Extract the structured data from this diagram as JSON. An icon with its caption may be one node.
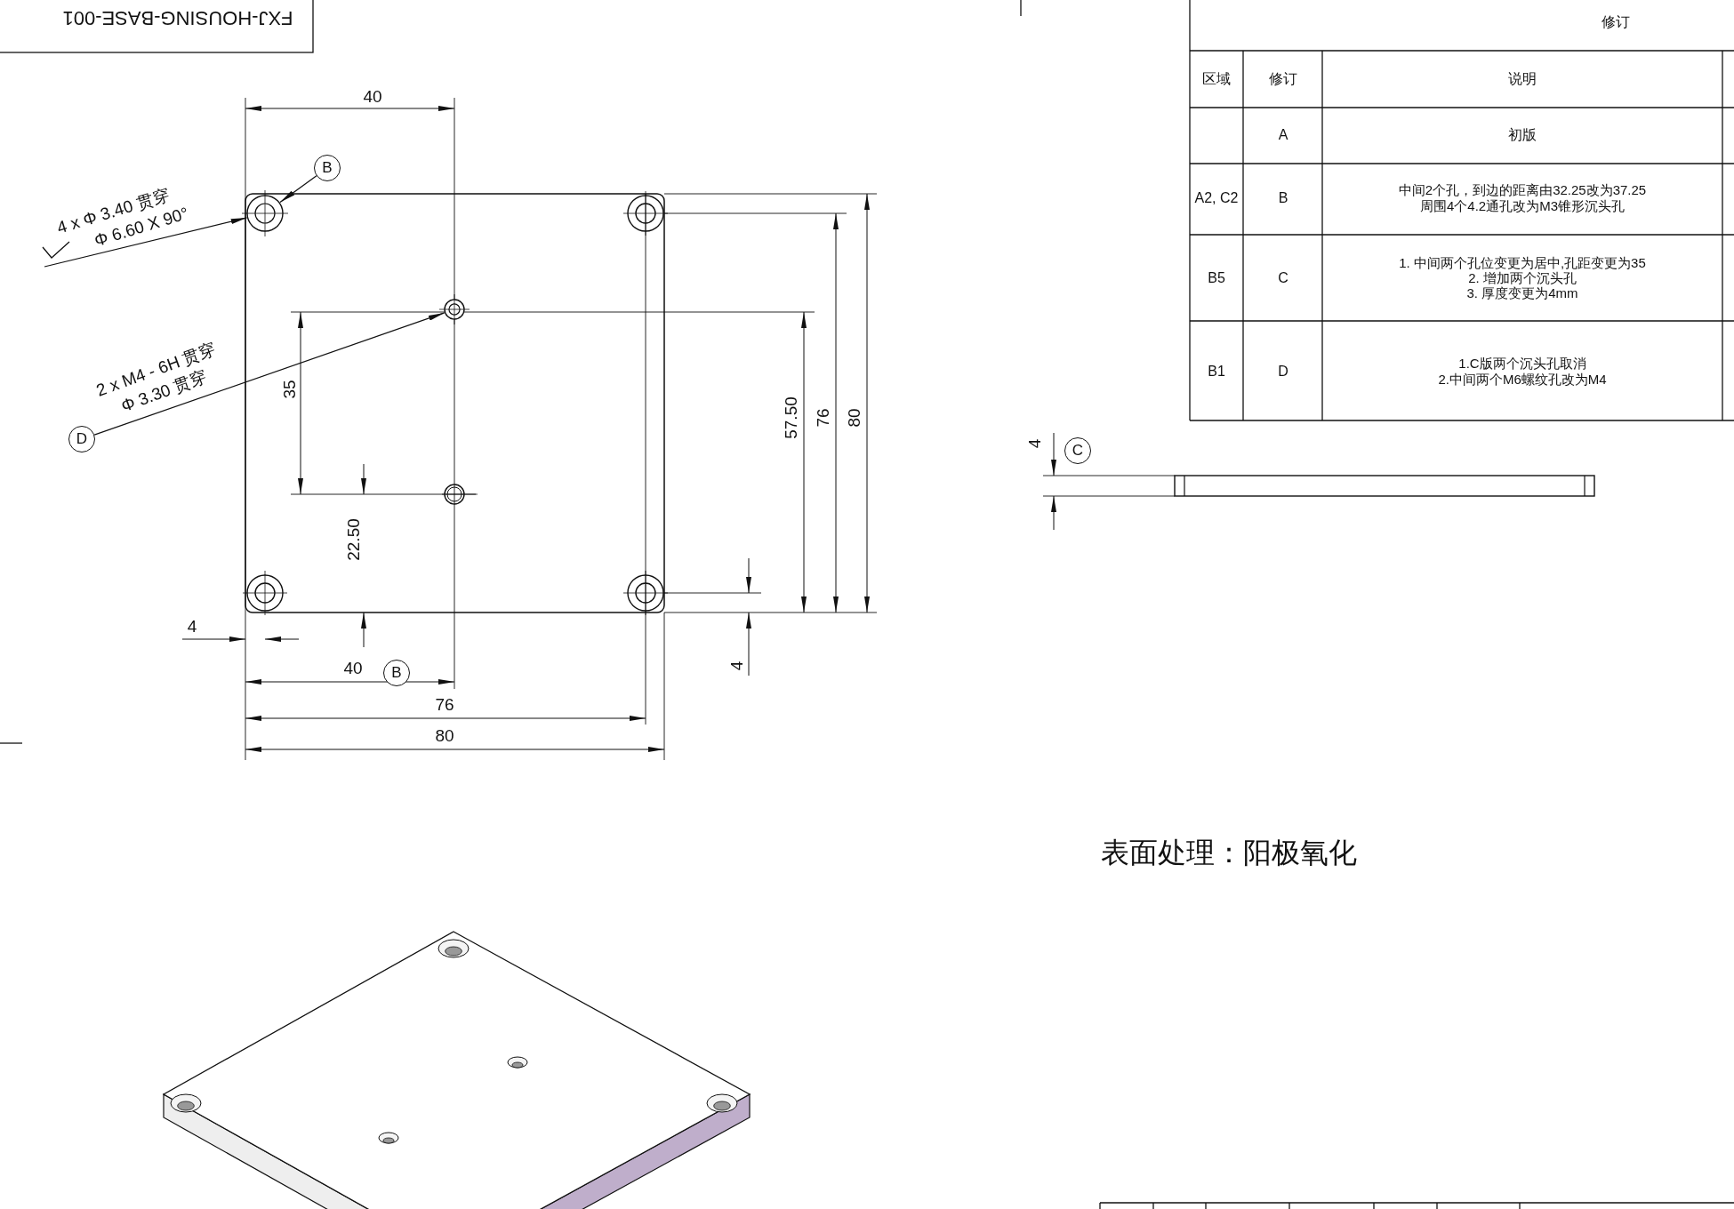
{
  "diagram": {
    "nodes": [
      {
        "text": [
          "4 x Φ 3.40 贯穿",
          "Φ 6.60 X 90°"
        ]
      },
      {
        "text": [],
        "shape": "circle"
      },
      {
        "text": [
          "B"
        ]
      },
      {
        "text": [
          "D"
        ],
        "beside": [
          "2 x M4 - 6H 贯穿",
          "Φ 3.30 贯穿"
        ]
      },
      {
        "text": [],
        "shape": "circle"
      },
      {
        "text": [
          "B"
        ]
      },
      {
        "text": [
          "C"
        ]
      }
    ],
    "edges": [
      {
        "from": 0,
        "to": 1,
        "arrow": "to"
      },
      {
        "from": 2,
        "to": 1,
        "arrow": "to"
      },
      {
        "from": 3,
        "to": 4,
        "arrow": "to"
      }
    ],
    "labels": [
      "FXJ-HOUSING-BASE-001",
      "40",
      "35",
      "22.50",
      "57.50",
      "76",
      "80",
      "4",
      "4",
      "40",
      "76",
      "80",
      "4",
      "表面处理：阳极氧化",
      "修订",
      "区域",
      "修订",
      "说明",
      "A",
      "初版",
      "A2, C2",
      "B",
      "中间2个孔，到边的距离由32.25改为37.25",
      "周围4个4.2通孔改为M3锥形沉头孔",
      "B5",
      "C",
      "1. 中间两个孔位变更为居中,孔距变更为35",
      "2. 增加两个沉头孔",
      "3. 厚度变更为4mm",
      "B1",
      "D",
      "1.C版两个沉头孔取消",
      "2.中间两个M6螺纹孔改为M4"
    ]
  }
}
